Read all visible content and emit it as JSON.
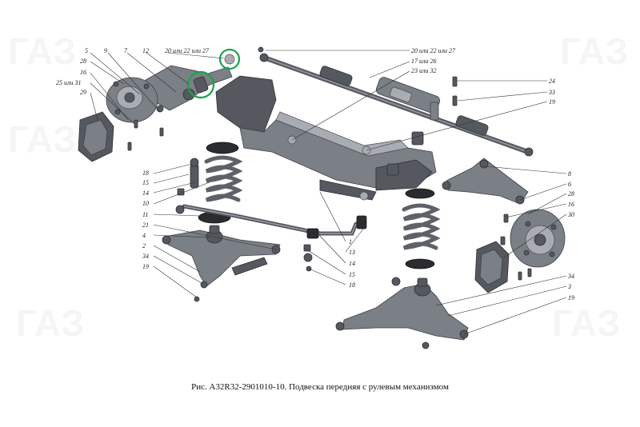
{
  "figure": {
    "caption": "Рис. А32R32-2901010-10. Подвеска передняя с рулевым механизмом",
    "colors": {
      "highlight": "#1aa34a",
      "metal": "#7b7f86",
      "rubber": "#2a2c2f"
    },
    "callouts": [
      "5",
      "9",
      "7",
      "12",
      "20 или 22 или 27",
      "28",
      "16",
      "25 или 31",
      "29",
      "20 или 22 или 27",
      "17 или 26",
      "23 или 32",
      "24",
      "33",
      "19",
      "18",
      "15",
      "14",
      "10",
      "11",
      "21",
      "4",
      "2",
      "34",
      "19",
      "1",
      "13",
      "14",
      "15",
      "18",
      "8",
      "6",
      "28",
      "16",
      "30",
      "34",
      "3",
      "19"
    ]
  }
}
